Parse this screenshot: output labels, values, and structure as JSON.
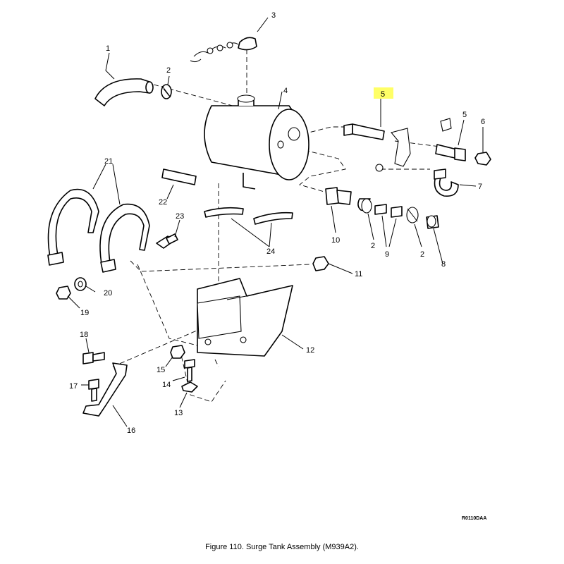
{
  "figure": {
    "caption": "Figure  110.    Surge Tank Assembly (M939A2).",
    "drawing_code": "R0110DAA",
    "highlight_color": "#ffff66",
    "highlighted_callout": "5"
  },
  "callouts": {
    "c1": "1",
    "c2a": "2",
    "c3": "3",
    "c4": "4",
    "c5hl": "5",
    "c5": "5",
    "c6": "6",
    "c7": "7",
    "c8": "8",
    "c9": "9",
    "c2b": "2",
    "c2c": "2",
    "c10": "10",
    "c11": "11",
    "c12": "12",
    "c13": "13",
    "c14": "14",
    "c15": "15",
    "c16": "16",
    "c17": "17",
    "c18": "18",
    "c19": "19",
    "c20": "20",
    "c21": "21",
    "c22": "22",
    "c23": "23",
    "c24": "24"
  }
}
